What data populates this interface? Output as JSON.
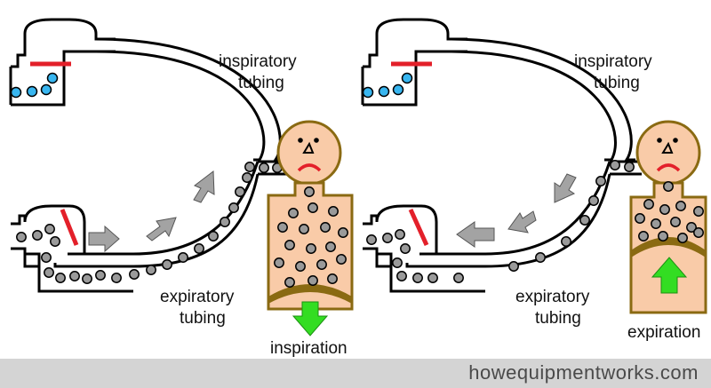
{
  "panels": {
    "left": {
      "label_inspiratory_1": "inspiratory",
      "label_inspiratory_2": "tubing",
      "label_expiratory_1": "expiratory",
      "label_expiratory_2": "tubing",
      "phase_label": "inspiration"
    },
    "right": {
      "label_inspiratory_1": "inspiratory",
      "label_inspiratory_2": "tubing",
      "label_expiratory_1": "expiratory",
      "label_expiratory_2": "tubing",
      "phase_label": "expiration"
    }
  },
  "footer": {
    "site": "howequipmentworks.com"
  },
  "colors": {
    "skin": "#f9cba8",
    "diaphragm": "#8a6a12",
    "valve": "#e3202a",
    "arrow_gray": "#a3a3a3",
    "arrow_green": "#33dd22",
    "particle_gray": "#9a9a9a",
    "particle_blue": "#38b6f0",
    "footer_bg": "#d4d4d4"
  }
}
